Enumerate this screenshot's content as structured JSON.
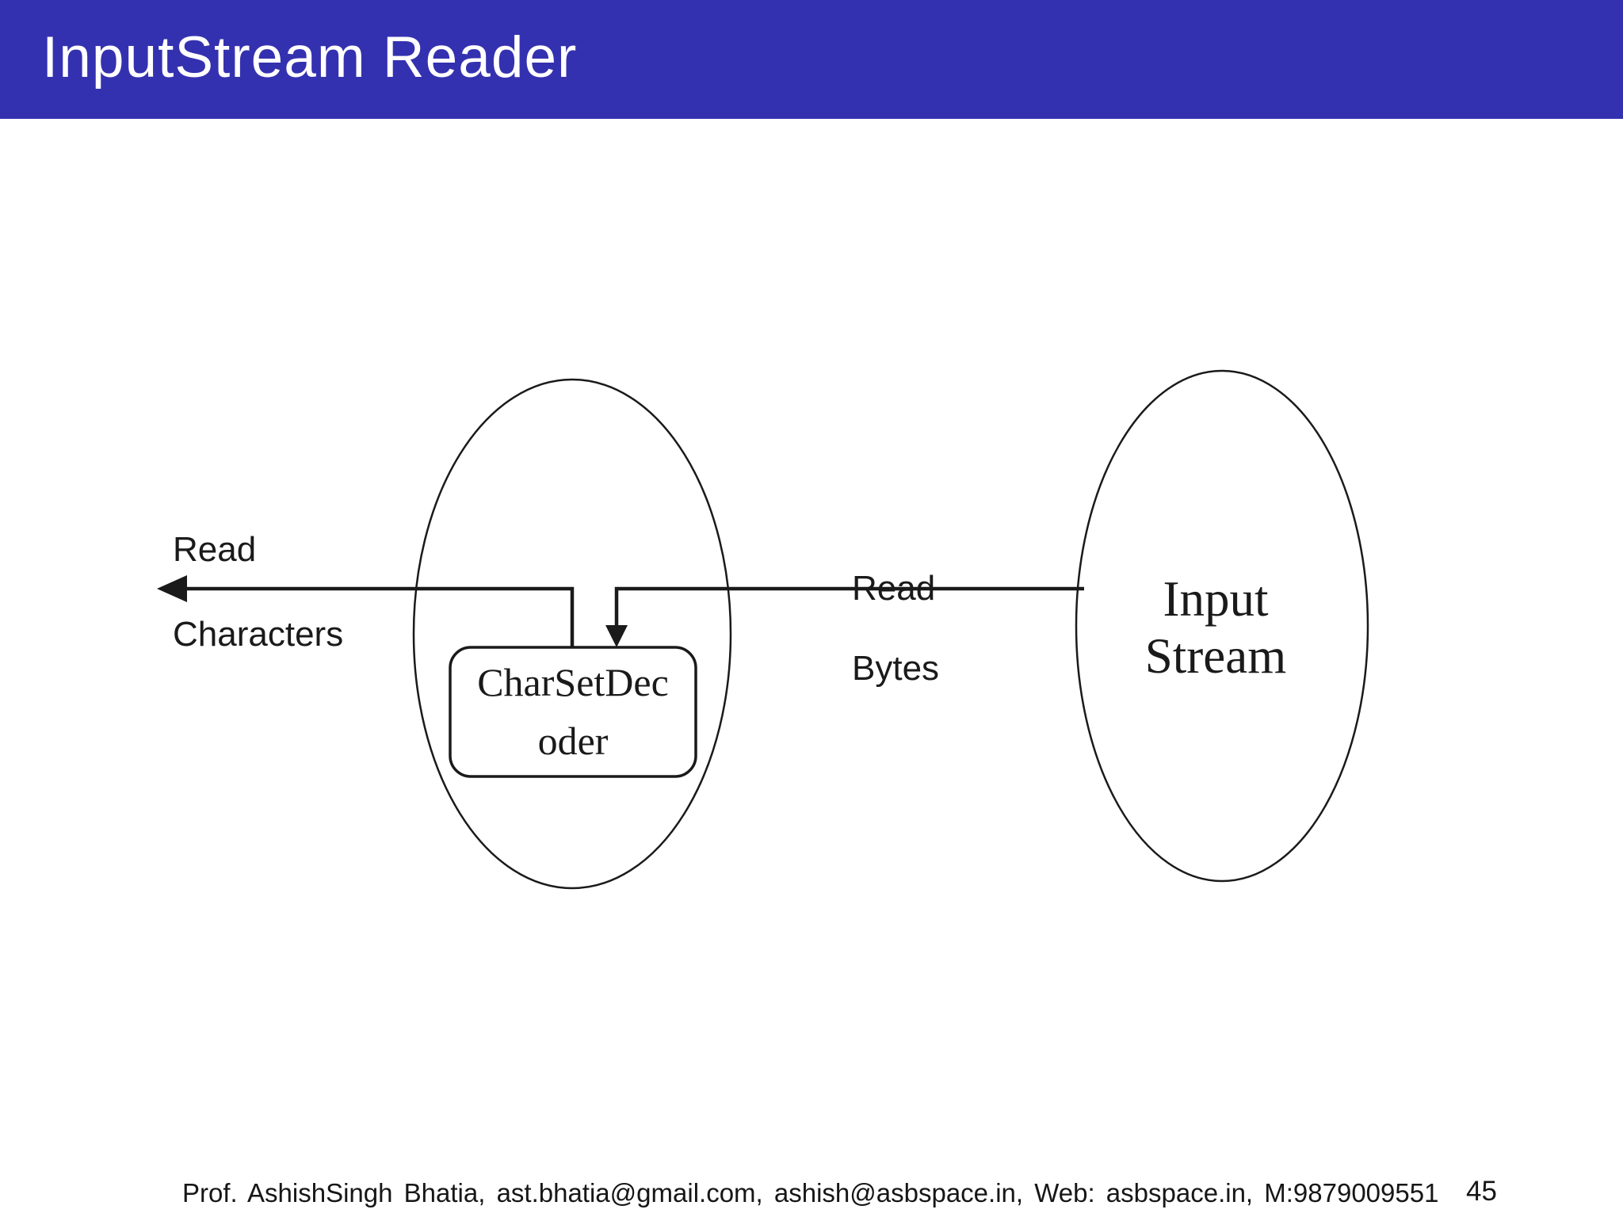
{
  "header": {
    "title": "InputStream Reader"
  },
  "colors": {
    "header_bg": "#3431b0",
    "header_text": "#ffffff",
    "diagram_ink": "#1a1a1a",
    "background": "#ffffff"
  },
  "diagram": {
    "decoder_unit": {
      "shape": "ellipse-with-rounded-box",
      "box_line1": "CharSetDec",
      "box_line2": "oder"
    },
    "input_stream": {
      "shape": "ellipse",
      "line1": "Input",
      "line2": "Stream"
    },
    "read_characters_arrow": {
      "direction": "left-out-of-decoder",
      "line1": "Read",
      "line2": "Characters"
    },
    "read_bytes_arrow": {
      "direction": "from-input-stream-into-decoder-box",
      "line1": "Read",
      "line2": "Bytes"
    }
  },
  "footer": {
    "text": "Prof. AshishSingh Bhatia, ast.bhatia@gmail.com, ashish@asbspace.in, Web: asbspace.in, M:9879009551",
    "page_number": "45"
  }
}
